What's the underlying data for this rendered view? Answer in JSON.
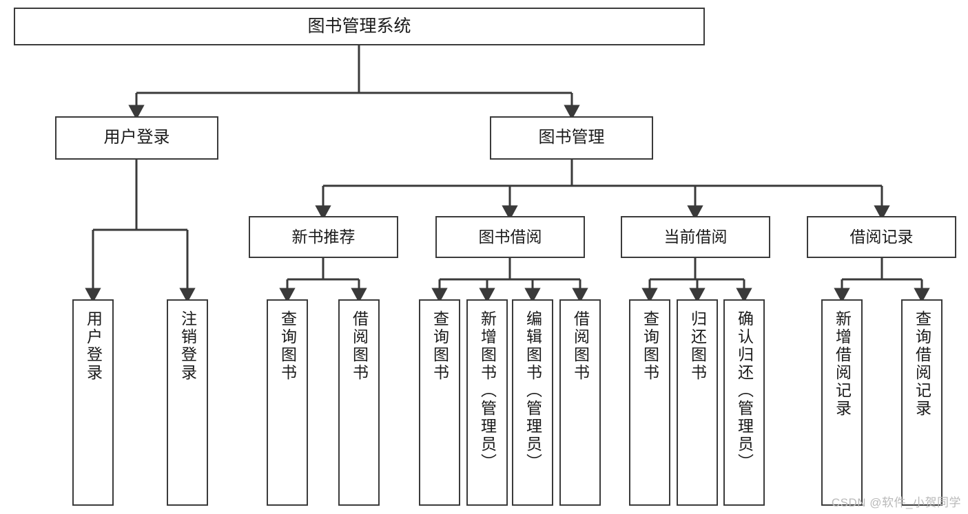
{
  "diagram": {
    "title": "图书管理系统",
    "type": "tree-hierarchy-chart",
    "watermark": "CSDN @软件_小贺同学",
    "colors": {
      "box_border": "#3a3a3a",
      "box_fill": "#ffffff",
      "edge": "#3a3a3a",
      "text": "#1a1a1a",
      "watermark": "#b9b9b9",
      "background": "#ffffff"
    },
    "nodes": {
      "root": {
        "label": "图书管理系统"
      },
      "level1": [
        {
          "id": "user-login",
          "label": "用户登录"
        },
        {
          "id": "book-manage",
          "label": "图书管理"
        }
      ],
      "level2": [
        {
          "id": "new-book-recommend",
          "label": "新书推荐"
        },
        {
          "id": "book-borrow",
          "label": "图书借阅"
        },
        {
          "id": "current-borrow",
          "label": "当前借阅"
        },
        {
          "id": "borrow-record",
          "label": "借阅记录"
        }
      ],
      "leaves": {
        "user_login": [
          {
            "id": "leaf-user-login",
            "label": "用户登录"
          },
          {
            "id": "leaf-logout-login",
            "label": "注销登录"
          }
        ],
        "new_book_recommend": [
          {
            "id": "leaf-query-book-1",
            "label": "查询图书"
          },
          {
            "id": "leaf-borrow-book-1",
            "label": "借阅图书"
          }
        ],
        "book_borrow": [
          {
            "id": "leaf-query-book-2",
            "label": "查询图书"
          },
          {
            "id": "leaf-add-book-admin",
            "label": "新增图书（管理员）"
          },
          {
            "id": "leaf-edit-book-admin",
            "label": "编辑图书（管理员）"
          },
          {
            "id": "leaf-borrow-book-2",
            "label": "借阅图书"
          }
        ],
        "current_borrow": [
          {
            "id": "leaf-query-book-3",
            "label": "查询图书"
          },
          {
            "id": "leaf-return-book",
            "label": "归还图书"
          },
          {
            "id": "leaf-confirm-return-admin",
            "label": "确认归还（管理员）"
          }
        ],
        "borrow_record": [
          {
            "id": "leaf-add-borrow-record",
            "label": "新增借阅记录"
          },
          {
            "id": "leaf-query-borrow-record",
            "label": "查询借阅记录"
          }
        ]
      }
    }
  }
}
